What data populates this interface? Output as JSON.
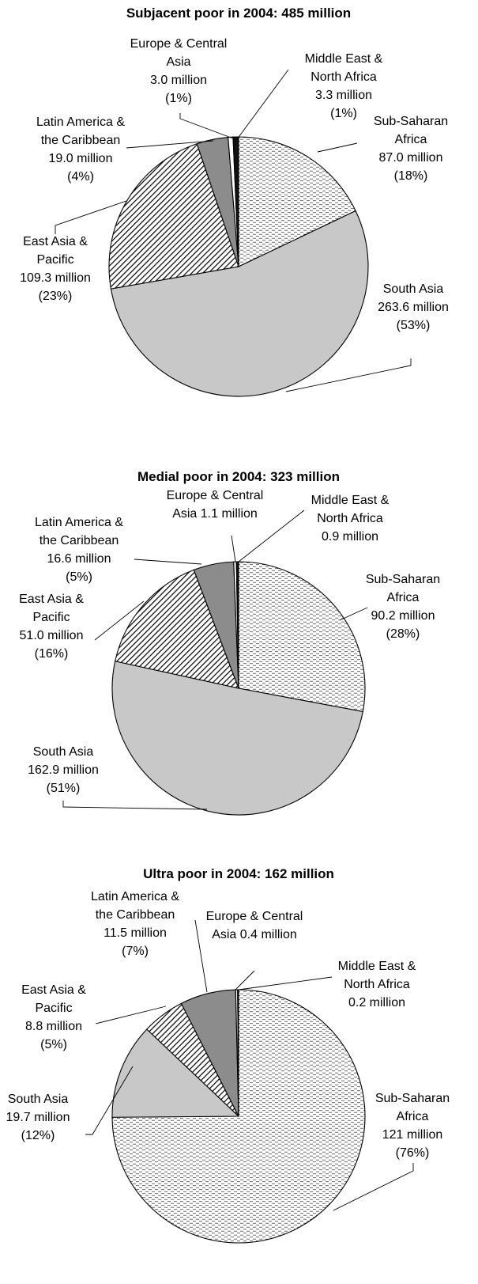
{
  "chart_data": [
    {
      "type": "pie",
      "title": "Subjacent poor in 2004: 485 million",
      "slices": [
        {
          "region": "Sub-Saharan Africa",
          "label_lines": [
            "Sub-Saharan",
            "Africa",
            "87.0 million",
            "(18%)"
          ],
          "value": 87.0,
          "percent": 18,
          "fill": "dashes"
        },
        {
          "region": "South Asia",
          "label_lines": [
            "South Asia",
            "263.6 million",
            "(53%)"
          ],
          "value": 263.6,
          "percent": 53,
          "fill": "#c8c8c8"
        },
        {
          "region": "East Asia & Pacific",
          "label_lines": [
            "East Asia &",
            "Pacific",
            "109.3 million",
            "(23%)"
          ],
          "value": 109.3,
          "percent": 23,
          "fill": "diagonal"
        },
        {
          "region": "Latin America & the Caribbean",
          "label_lines": [
            "Latin America &",
            "the Caribbean",
            "19.0 million",
            "(4%)"
          ],
          "value": 19.0,
          "percent": 4,
          "fill": "#8c8c8c"
        },
        {
          "region": "Europe & Central Asia",
          "label_lines": [
            "Europe & Central",
            "Asia",
            "3.0 million",
            "(1%)"
          ],
          "value": 3.0,
          "percent": 1,
          "fill": "#ffffff"
        },
        {
          "region": "Middle East & North Africa",
          "label_lines": [
            "Middle East &",
            "North Africa",
            "3.3 million",
            "(1%)"
          ],
          "value": 3.3,
          "percent": 1,
          "fill": "#111111"
        }
      ]
    },
    {
      "type": "pie",
      "title": "Medial poor in 2004: 323 million",
      "slices": [
        {
          "region": "Sub-Saharan Africa",
          "label_lines": [
            "Sub-Saharan",
            "Africa",
            "90.2 million",
            "(28%)"
          ],
          "value": 90.2,
          "percent": 28,
          "fill": "dashes"
        },
        {
          "region": "South Asia",
          "label_lines": [
            "South Asia",
            "162.9 million",
            "(51%)"
          ],
          "value": 162.9,
          "percent": 51,
          "fill": "#c8c8c8"
        },
        {
          "region": "East Asia & Pacific",
          "label_lines": [
            "East Asia &",
            "Pacific",
            "51.0 million",
            "(16%)"
          ],
          "value": 51.0,
          "percent": 16,
          "fill": "diagonal"
        },
        {
          "region": "Latin America & the Caribbean",
          "label_lines": [
            "Latin America &",
            "the Caribbean",
            "16.6 million",
            "(5%)"
          ],
          "value": 16.6,
          "percent": 5,
          "fill": "#8c8c8c"
        },
        {
          "region": "Europe & Central Asia",
          "label_lines": [
            "Europe & Central",
            "Asia 1.1 million"
          ],
          "value": 1.1,
          "percent": null,
          "fill": "#ffffff"
        },
        {
          "region": "Middle East & North Africa",
          "label_lines": [
            "Middle East &",
            "North Africa",
            "0.9 million"
          ],
          "value": 0.9,
          "percent": null,
          "fill": "#111111"
        }
      ]
    },
    {
      "type": "pie",
      "title": "Ultra poor in 2004: 162 million",
      "slices": [
        {
          "region": "Sub-Saharan Africa",
          "label_lines": [
            "Sub-Saharan",
            "Africa",
            "121 million",
            "(76%)"
          ],
          "value": 121,
          "percent": 76,
          "fill": "dashes"
        },
        {
          "region": "South Asia",
          "label_lines": [
            "South Asia",
            "19.7 million",
            "(12%)"
          ],
          "value": 19.7,
          "percent": 12,
          "fill": "#c8c8c8"
        },
        {
          "region": "East Asia & Pacific",
          "label_lines": [
            "East Asia &",
            "Pacific",
            "8.8 million",
            "(5%)"
          ],
          "value": 8.8,
          "percent": 5,
          "fill": "diagonal"
        },
        {
          "region": "Latin America & the Caribbean",
          "label_lines": [
            "Latin America &",
            "the Caribbean",
            "11.5 million",
            "(7%)"
          ],
          "value": 11.5,
          "percent": 7,
          "fill": "#8c8c8c"
        },
        {
          "region": "Europe & Central Asia",
          "label_lines": [
            "Europe & Central",
            "Asia 0.4 million"
          ],
          "value": 0.4,
          "percent": null,
          "fill": "#ffffff"
        },
        {
          "region": "Middle East & North Africa",
          "label_lines": [
            "Middle East &",
            "North Africa",
            "0.2 million"
          ],
          "value": 0.2,
          "percent": null,
          "fill": "#111111"
        }
      ]
    }
  ]
}
